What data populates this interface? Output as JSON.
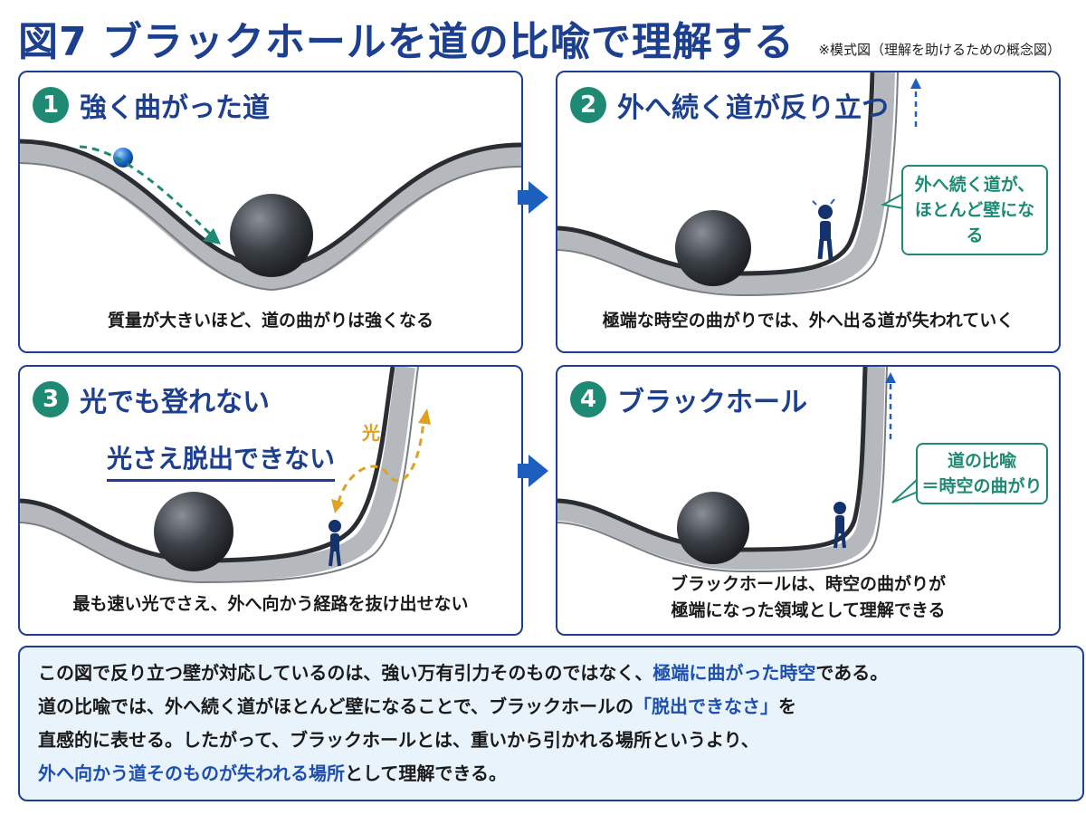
{
  "header": {
    "title": "図7 ブラックホールを道の比喩で理解する",
    "note": "※模式図（理解を助けるための概念図）"
  },
  "panels": [
    {
      "number": "1",
      "title": "強く曲がった道",
      "caption_lines": [
        "質量が大きいほど、道の曲がりは強くなる"
      ]
    },
    {
      "number": "2",
      "title": "外へ続く道が反り立つ",
      "caption_lines": [
        "極端な時空の曲がりでは、外へ出る道が失われていく"
      ],
      "callout_lines": [
        "外へ続く道が、",
        "ほとんど壁になる"
      ]
    },
    {
      "number": "3",
      "title": "光でも登れない",
      "subtitle": "光さえ脱出できない",
      "light_label": "光",
      "caption_lines": [
        "最も速い光でさえ、外へ向かう経路を抜け出せない"
      ]
    },
    {
      "number": "4",
      "title": "ブラックホール",
      "caption_lines": [
        "ブラックホールは、時空の曲がりが",
        "極端になった領域として理解できる"
      ],
      "callout_lines": [
        "道の比喩",
        "＝時空の曲がり"
      ]
    }
  ],
  "summary": {
    "lines": [
      [
        {
          "t": "この図で反り立つ壁が対応しているのは、強い万有引力そのものではなく、",
          "hl": false
        },
        {
          "t": "極端に曲がった時空",
          "hl": true
        },
        {
          "t": "である。",
          "hl": false
        }
      ],
      [
        {
          "t": "道の比喩では、外へ続く道がほとんど壁になることで、ブラックホールの",
          "hl": false
        },
        {
          "t": "「脱出できなさ」",
          "hl": true
        },
        {
          "t": "を",
          "hl": false
        }
      ],
      [
        {
          "t": "直感的に表せる。したがって、ブラックホールとは、重いから引かれる場所というより、",
          "hl": false
        }
      ],
      [
        {
          "t": "外へ向かう道そのものが失われる場所",
          "hl": true
        },
        {
          "t": "として理解できる。",
          "hl": false
        }
      ]
    ]
  },
  "colors": {
    "navy": "#1d3f8f",
    "teal": "#1f8a74",
    "arrow_blue": "#1d5fbf",
    "light": "#e0a020",
    "summary_bg": "#e9f3fb",
    "highlight": "#1d4fb0"
  }
}
